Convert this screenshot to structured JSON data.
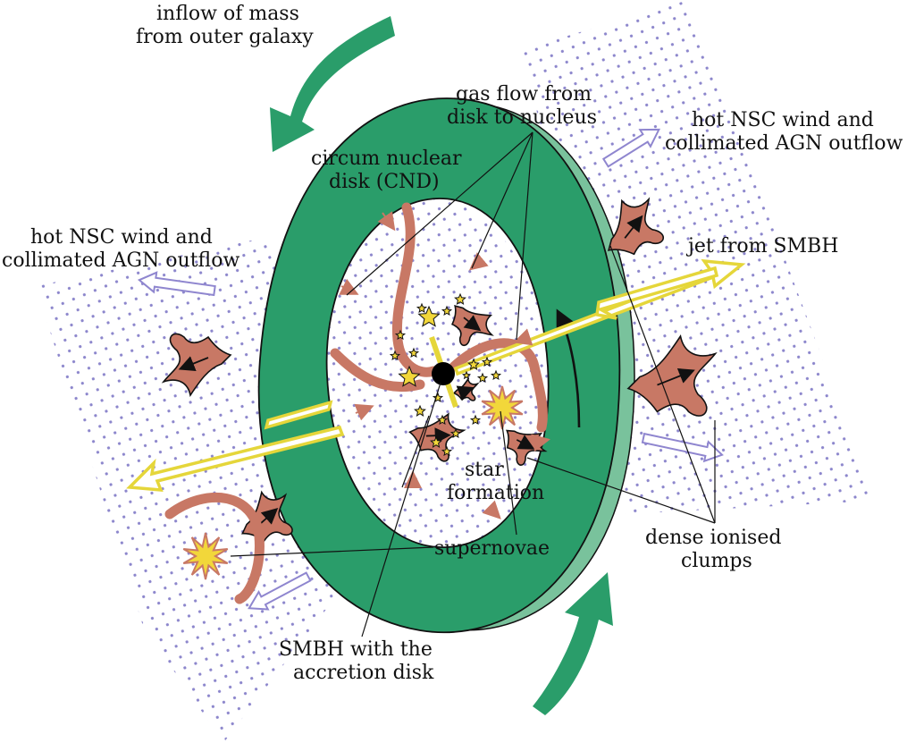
{
  "colors": {
    "disk": "#2a9d6a",
    "disk_edge": "#79c29c",
    "clump": "#c87865",
    "jet": "#e5d63a",
    "wind": "#8f86cf",
    "dots": "#8c86cc",
    "star": "#f2d73a",
    "bh": "#000000"
  },
  "labels": {
    "inflow": [
      "inflow of mass",
      "from outer galaxy"
    ],
    "gas_flow": [
      "gas flow from",
      "disk to nucleus"
    ],
    "cnd": [
      "circum nuclear",
      "disk (CND)"
    ],
    "wind_right": [
      "hot NSC wind and",
      "collimated AGN outflow"
    ],
    "wind_left": [
      "hot NSC wind and",
      "collimated AGN outflow"
    ],
    "jet": [
      "jet from SMBH"
    ],
    "star_formation": [
      "star",
      "formation"
    ],
    "supernovae": [
      "supernovae"
    ],
    "clumps": [
      "dense ionised",
      "clumps"
    ],
    "smbh": [
      "SMBH with the",
      "accretion disk"
    ]
  }
}
